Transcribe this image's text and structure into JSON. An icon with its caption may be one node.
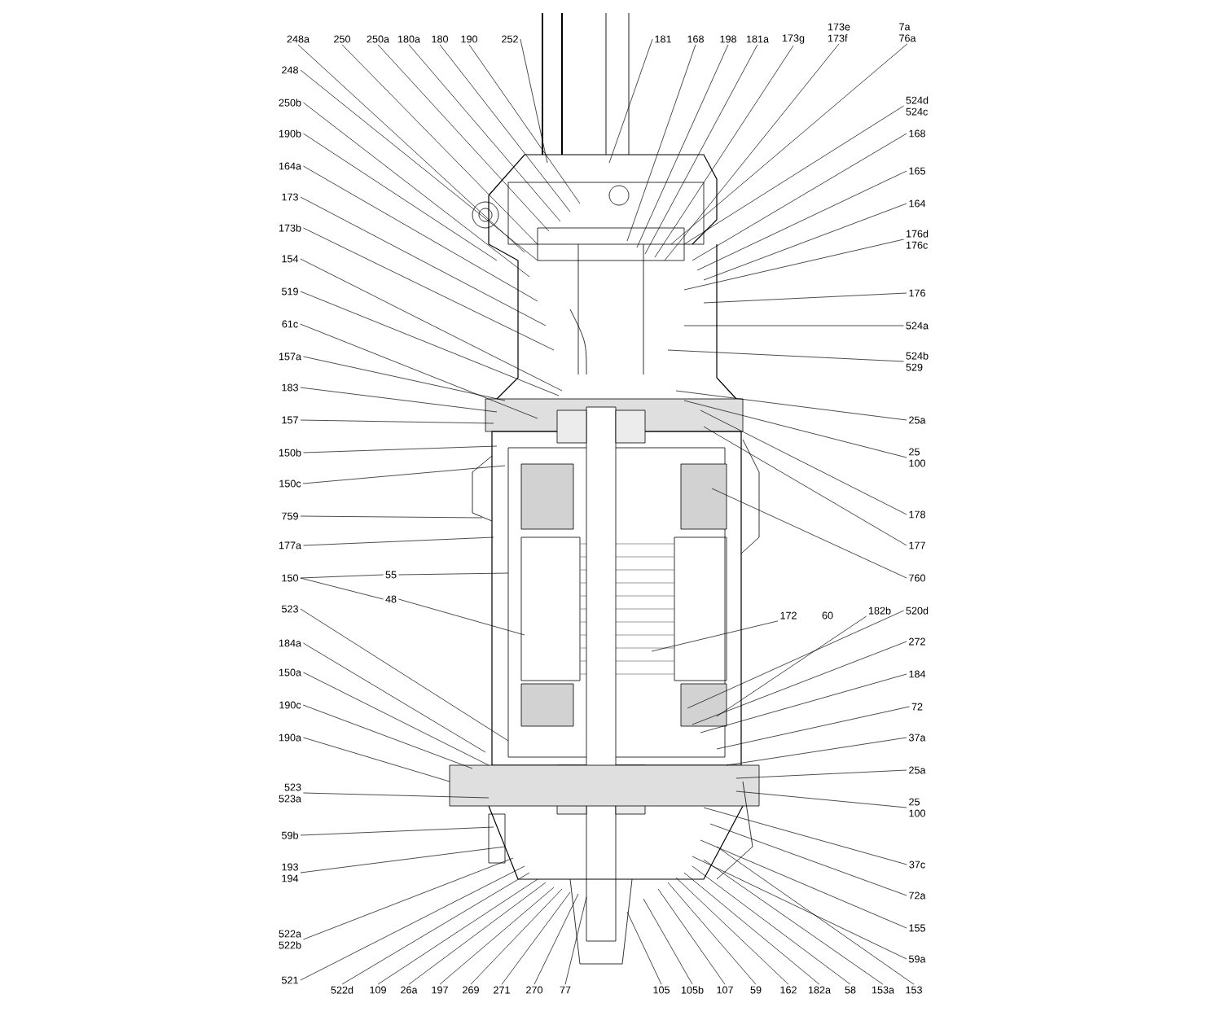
{
  "diagram": {
    "nodes": [
      {
        "text": [
          "248a"
        ]
      },
      {
        "text": [
          "250"
        ]
      },
      {
        "text": [
          "250a"
        ]
      },
      {
        "text": [
          "180a"
        ]
      },
      {
        "text": [
          "180"
        ]
      },
      {
        "text": [
          "190"
        ]
      },
      {
        "text": [
          "252"
        ]
      },
      {
        "text": [
          "181"
        ]
      },
      {
        "text": [
          "168"
        ]
      },
      {
        "text": [
          "198"
        ]
      },
      {
        "text": [
          "181a"
        ]
      },
      {
        "text": [
          "173g"
        ]
      },
      {
        "text": [
          "173e",
          "173f"
        ]
      },
      {
        "text": [
          "7a",
          "76a"
        ]
      },
      {
        "text": [
          "248"
        ]
      },
      {
        "text": [
          "250b"
        ]
      },
      {
        "text": [
          "190b"
        ]
      },
      {
        "text": [
          "164a"
        ]
      },
      {
        "text": [
          "173"
        ]
      },
      {
        "text": [
          "173b"
        ]
      },
      {
        "text": [
          "154"
        ]
      },
      {
        "text": [
          "519"
        ]
      },
      {
        "text": [
          "61c"
        ]
      },
      {
        "text": [
          "157a"
        ]
      },
      {
        "text": [
          "183"
        ]
      },
      {
        "text": [
          "157"
        ]
      },
      {
        "text": [
          "150b"
        ]
      },
      {
        "text": [
          "150c"
        ]
      },
      {
        "text": [
          "759"
        ]
      },
      {
        "text": [
          "177a"
        ]
      },
      {
        "text": [
          "150"
        ]
      },
      {
        "text": [
          "55"
        ]
      },
      {
        "text": [
          "48"
        ]
      },
      {
        "text": [
          "523"
        ]
      },
      {
        "text": [
          "184a"
        ]
      },
      {
        "text": [
          "150a"
        ]
      },
      {
        "text": [
          "190c"
        ]
      },
      {
        "text": [
          "190a"
        ]
      },
      {
        "text": [
          "523",
          "523a"
        ]
      },
      {
        "text": [
          "59b"
        ]
      },
      {
        "text": [
          "193",
          "194"
        ]
      },
      {
        "text": [
          "522a",
          "522b"
        ]
      },
      {
        "text": [
          "521"
        ]
      },
      {
        "text": [
          "522d"
        ]
      },
      {
        "text": [
          "109"
        ]
      },
      {
        "text": [
          "26a"
        ]
      },
      {
        "text": [
          "197"
        ]
      },
      {
        "text": [
          "269"
        ]
      },
      {
        "text": [
          "271"
        ]
      },
      {
        "text": [
          "270"
        ]
      },
      {
        "text": [
          "77"
        ]
      },
      {
        "text": [
          "105"
        ]
      },
      {
        "text": [
          "105b"
        ]
      },
      {
        "text": [
          "107"
        ]
      },
      {
        "text": [
          "59"
        ]
      },
      {
        "text": [
          "162"
        ]
      },
      {
        "text": [
          "182a"
        ]
      },
      {
        "text": [
          "58"
        ]
      },
      {
        "text": [
          "153a"
        ]
      },
      {
        "text": [
          "153"
        ]
      },
      {
        "text": [
          "524d",
          "524c"
        ]
      },
      {
        "text": [
          "168"
        ]
      },
      {
        "text": [
          "165"
        ]
      },
      {
        "text": [
          "164"
        ]
      },
      {
        "text": [
          "176d",
          "176c"
        ]
      },
      {
        "text": [
          "176"
        ]
      },
      {
        "text": [
          "524a"
        ]
      },
      {
        "text": [
          "524b",
          "529"
        ]
      },
      {
        "text": [
          "25a"
        ]
      },
      {
        "text": [
          "25",
          "100"
        ]
      },
      {
        "text": [
          "178"
        ]
      },
      {
        "text": [
          "177"
        ]
      },
      {
        "text": [
          "760"
        ]
      },
      {
        "text": [
          "520d"
        ]
      },
      {
        "text": [
          "182b"
        ]
      },
      {
        "text": [
          "272"
        ]
      },
      {
        "text": [
          "184"
        ]
      },
      {
        "text": [
          "72"
        ]
      },
      {
        "text": [
          "37a"
        ]
      },
      {
        "text": [
          "25a"
        ]
      },
      {
        "text": [
          "25",
          "100"
        ]
      },
      {
        "text": [
          "37c"
        ]
      },
      {
        "text": [
          "72a"
        ]
      },
      {
        "text": [
          "155"
        ]
      },
      {
        "text": [
          "59a"
        ]
      },
      {
        "text": [
          "172"
        ]
      },
      {
        "text": [
          "60"
        ]
      }
    ],
    "edges": [
      {
        "from": 0,
        "to": null,
        "arrow": "none"
      },
      {
        "from": 1,
        "to": null,
        "arrow": "none"
      },
      {
        "from": 2,
        "to": null,
        "arrow": "none"
      },
      {
        "from": 3,
        "to": null,
        "arrow": "none"
      },
      {
        "from": 4,
        "to": null,
        "arrow": "none"
      },
      {
        "from": 5,
        "to": null,
        "arrow": "none"
      },
      {
        "from": 6,
        "to": null,
        "arrow": "none"
      },
      {
        "from": 7,
        "to": null,
        "arrow": "none"
      },
      {
        "from": 8,
        "to": null,
        "arrow": "none"
      },
      {
        "from": 9,
        "to": null,
        "arrow": "none"
      },
      {
        "from": 10,
        "to": null,
        "arrow": "none"
      },
      {
        "from": 11,
        "to": null,
        "arrow": "none"
      },
      {
        "from": 12,
        "to": null,
        "arrow": "none"
      },
      {
        "from": 13,
        "to": null,
        "arrow": "none"
      },
      {
        "from": 14,
        "to": null,
        "arrow": "none"
      },
      {
        "from": 15,
        "to": null,
        "arrow": "none"
      },
      {
        "from": 16,
        "to": null,
        "arrow": "none"
      },
      {
        "from": 17,
        "to": null,
        "arrow": "none"
      },
      {
        "from": 18,
        "to": null,
        "arrow": "none"
      },
      {
        "from": 19,
        "to": null,
        "arrow": "none"
      },
      {
        "from": 20,
        "to": null,
        "arrow": "none"
      },
      {
        "from": 21,
        "to": null,
        "arrow": "none"
      },
      {
        "from": 22,
        "to": null,
        "arrow": "none"
      },
      {
        "from": 23,
        "to": null,
        "arrow": "none"
      },
      {
        "from": 24,
        "to": null,
        "arrow": "none"
      },
      {
        "from": 25,
        "to": null,
        "arrow": "none"
      },
      {
        "from": 26,
        "to": null,
        "arrow": "none"
      },
      {
        "from": 27,
        "to": null,
        "arrow": "none"
      },
      {
        "from": 28,
        "to": null,
        "arrow": "none"
      },
      {
        "from": 29,
        "to": null,
        "arrow": "none"
      },
      {
        "from": 30,
        "to": 31,
        "arrow": "none"
      },
      {
        "from": 30,
        "to": 32,
        "arrow": "none"
      },
      {
        "from": 31,
        "to": null,
        "arrow": "none"
      },
      {
        "from": 32,
        "to": null,
        "arrow": "none"
      },
      {
        "from": 33,
        "to": null,
        "arrow": "none"
      },
      {
        "from": 34,
        "to": null,
        "arrow": "none"
      },
      {
        "from": 35,
        "to": null,
        "arrow": "none"
      },
      {
        "from": 36,
        "to": null,
        "arrow": "none"
      },
      {
        "from": 37,
        "to": null,
        "arrow": "none"
      },
      {
        "from": 38,
        "to": null,
        "arrow": "none"
      },
      {
        "from": 39,
        "to": null,
        "arrow": "none"
      },
      {
        "from": 40,
        "to": null,
        "arrow": "none"
      },
      {
        "from": 41,
        "to": null,
        "arrow": "none"
      },
      {
        "from": 42,
        "to": null,
        "arrow": "none"
      },
      {
        "from": 43,
        "to": null,
        "arrow": "none"
      },
      {
        "from": 44,
        "to": null,
        "arrow": "none"
      },
      {
        "from": 45,
        "to": null,
        "arrow": "none"
      },
      {
        "from": 46,
        "to": null,
        "arrow": "none"
      },
      {
        "from": 47,
        "to": null,
        "arrow": "none"
      },
      {
        "from": 48,
        "to": null,
        "arrow": "none"
      },
      {
        "from": 49,
        "to": null,
        "arrow": "none"
      },
      {
        "from": 50,
        "to": null,
        "arrow": "none"
      },
      {
        "from": 51,
        "to": null,
        "arrow": "none"
      },
      {
        "from": 52,
        "to": null,
        "arrow": "none"
      },
      {
        "from": 53,
        "to": null,
        "arrow": "none"
      },
      {
        "from": 54,
        "to": null,
        "arrow": "none"
      },
      {
        "from": 55,
        "to": null,
        "arrow": "none"
      },
      {
        "from": 56,
        "to": null,
        "arrow": "none"
      },
      {
        "from": 57,
        "to": null,
        "arrow": "none"
      },
      {
        "from": 58,
        "to": null,
        "arrow": "none"
      },
      {
        "from": 59,
        "to": null,
        "arrow": "none"
      },
      {
        "from": 60,
        "to": null,
        "arrow": "none"
      },
      {
        "from": 61,
        "to": null,
        "arrow": "none"
      },
      {
        "from": 62,
        "to": null,
        "arrow": "none"
      },
      {
        "from": 63,
        "to": null,
        "arrow": "none"
      },
      {
        "from": 64,
        "to": null,
        "arrow": "none"
      },
      {
        "from": 65,
        "to": null,
        "arrow": "none"
      },
      {
        "from": 66,
        "to": null,
        "arrow": "none"
      },
      {
        "from": 67,
        "to": null,
        "arrow": "none"
      },
      {
        "from": 68,
        "to": null,
        "arrow": "none"
      },
      {
        "from": 69,
        "to": null,
        "arrow": "none"
      },
      {
        "from": 70,
        "to": null,
        "arrow": "none"
      },
      {
        "from": 71,
        "to": null,
        "arrow": "none"
      },
      {
        "from": 72,
        "to": null,
        "arrow": "none"
      },
      {
        "from": 73,
        "to": null,
        "arrow": "none"
      },
      {
        "from": 74,
        "to": null,
        "arrow": "none"
      },
      {
        "from": 75,
        "to": null,
        "arrow": "none"
      },
      {
        "from": 76,
        "to": null,
        "arrow": "none"
      },
      {
        "from": 77,
        "to": null,
        "arrow": "none"
      },
      {
        "from": 78,
        "to": null,
        "arrow": "none"
      },
      {
        "from": 79,
        "to": null,
        "arrow": "none"
      },
      {
        "from": 80,
        "to": null,
        "arrow": "none"
      },
      {
        "from": 81,
        "to": null,
        "arrow": "none"
      },
      {
        "from": 82,
        "to": null,
        "arrow": "none"
      },
      {
        "from": 83,
        "to": null,
        "arrow": "none"
      },
      {
        "from": 84,
        "to": null,
        "arrow": "none"
      },
      {
        "from": 85,
        "to": null,
        "arrow": "none"
      }
    ]
  }
}
